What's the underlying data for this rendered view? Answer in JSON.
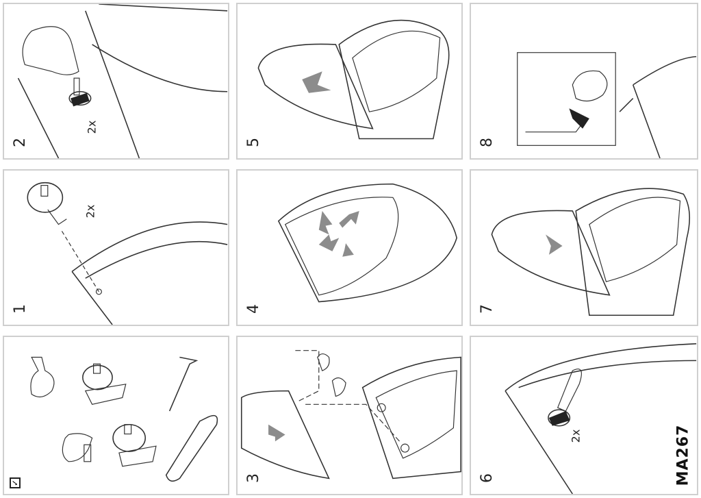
{
  "panels": [
    {
      "id": "p2",
      "step_label": "2",
      "count_label": "2x"
    },
    {
      "id": "p5",
      "step_label": "5"
    },
    {
      "id": "p8",
      "step_label": "8"
    },
    {
      "id": "p1",
      "step_label": "1",
      "count_label": "2x"
    },
    {
      "id": "p4",
      "step_label": "4"
    },
    {
      "id": "p7",
      "step_label": "7"
    },
    {
      "id": "parts",
      "step_label": ""
    },
    {
      "id": "p3",
      "step_label": "3"
    },
    {
      "id": "p6",
      "step_label": "6",
      "count_label": "2x",
      "code_label": "MA267"
    }
  ]
}
